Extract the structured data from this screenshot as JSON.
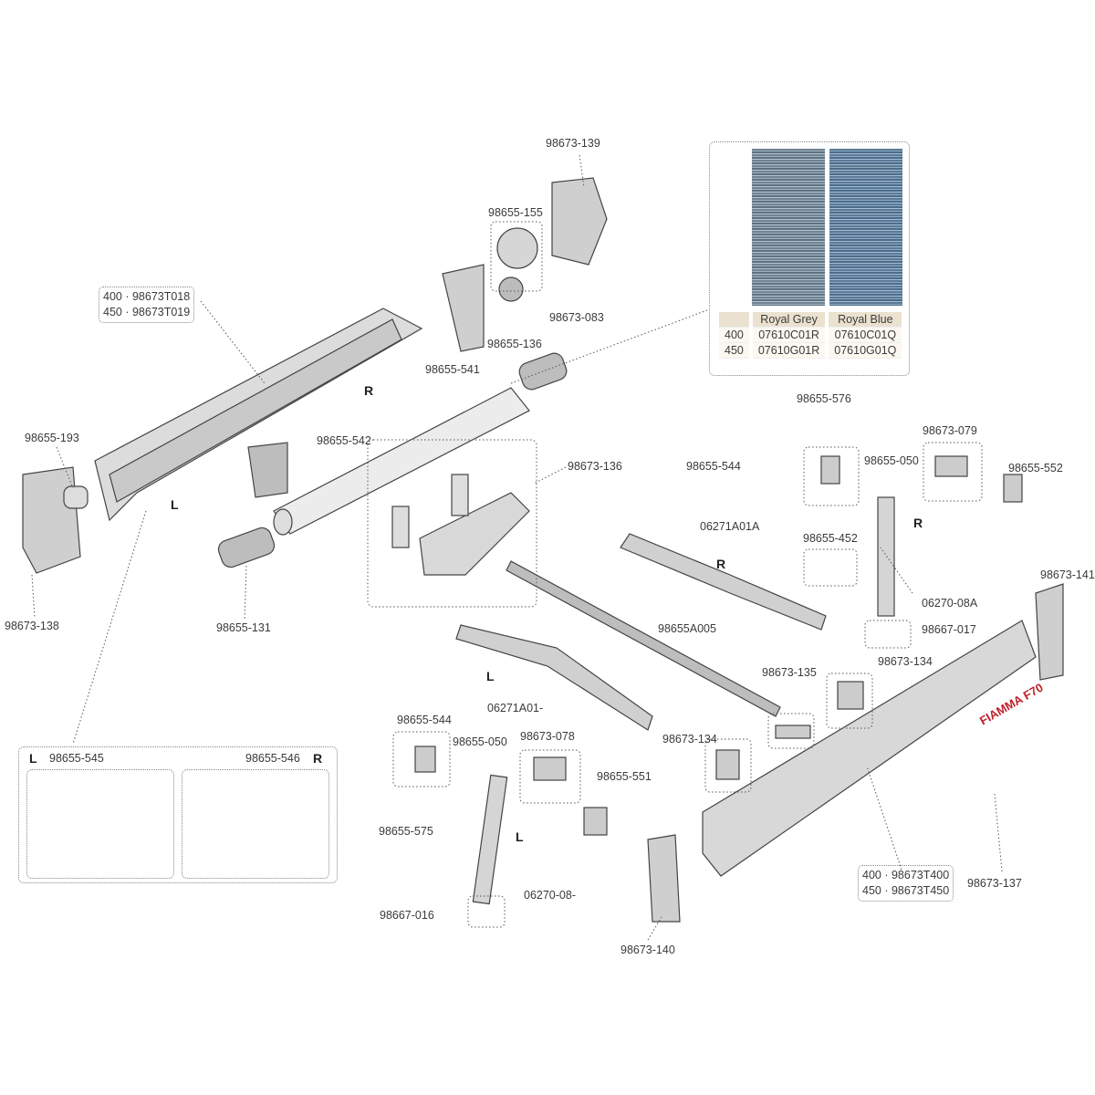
{
  "colors_table": {
    "header": [
      "",
      "Royal Grey",
      "Royal Blue"
    ],
    "rows": [
      {
        "size": "400",
        "grey": "07610C01R",
        "blue": "07610C01Q"
      },
      {
        "size": "450",
        "grey": "07610G01R",
        "blue": "07610G01Q"
      }
    ],
    "swatch_grey": "#8597a4",
    "swatch_blue": "#7894b0"
  },
  "profile_variants": [
    "400 · 98673T018",
    "450 · 98673T019"
  ],
  "front_variants": [
    "400 · 98673T400",
    "450 · 98673T450"
  ],
  "brand_logo": "FIAMMA F70",
  "sides": {
    "left": "L",
    "right": "R"
  },
  "labels": {
    "p139": "98673-139",
    "p155": "98655-155",
    "p083": "98673-083",
    "p541": "98655-541",
    "p136a": "98655-136",
    "p193": "98655-193",
    "p542": "98655-542",
    "p138": "98673-138",
    "p131": "98655-131",
    "p136b": "98673-136",
    "p544a": "98655-544",
    "p06271R": "06271A01A",
    "p576": "98655-576",
    "p079": "98673-079",
    "p050a": "98655-050",
    "p552": "98655-552",
    "p452": "98655-452",
    "p141": "98673-141",
    "p06270R": "06270-08A",
    "p017": "98667-017",
    "pA005": "98655A005",
    "p06271L": "06271A01-",
    "p135": "98673-135",
    "p134a": "98673-134",
    "p544b": "98655-544",
    "p545": "98655-545",
    "p546": "98655-546",
    "p050b": "98655-050",
    "p078": "98673-078",
    "p551": "98655-551",
    "p134b": "98673-134",
    "p575": "98655-575",
    "p06270L": "06270-08-",
    "p016": "98667-016",
    "p140": "98673-140",
    "p137": "98673-137"
  }
}
